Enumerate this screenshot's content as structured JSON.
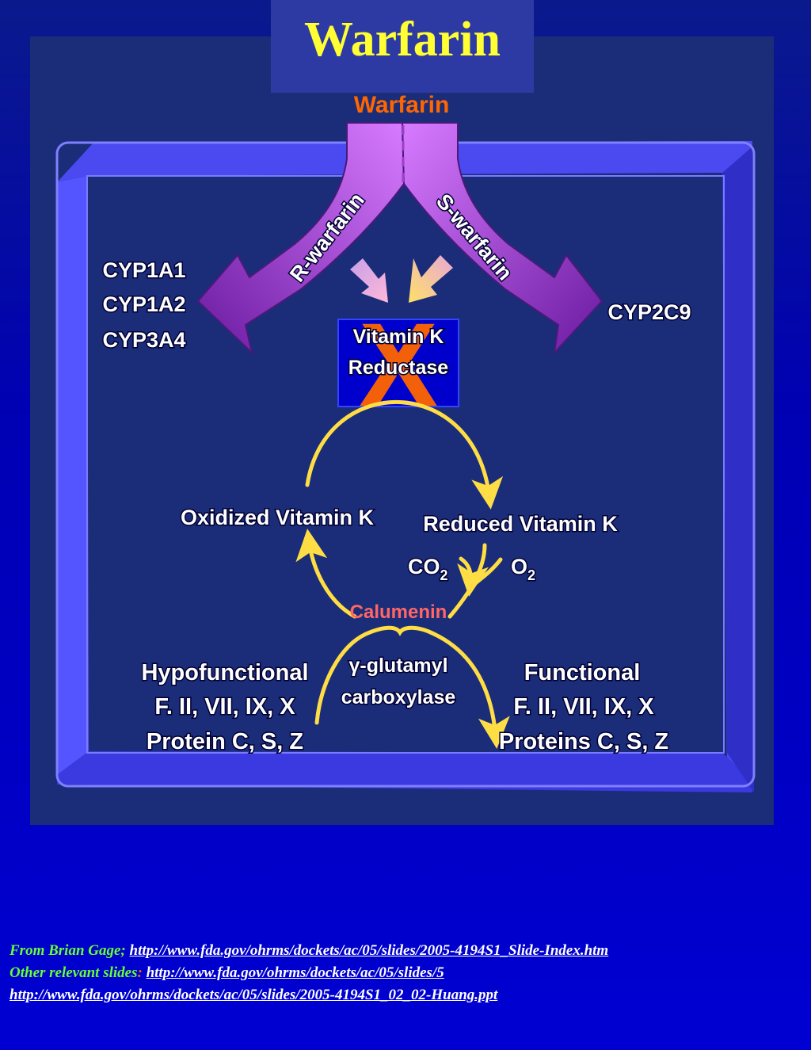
{
  "slide": {
    "title": "Warfarin"
  },
  "diagram": {
    "drug_label": "Warfarin",
    "r_branch": "R-warfarin",
    "s_branch": "S-warfarin",
    "r_enzymes": [
      "CYP1A1",
      "CYP1A2",
      "CYP3A4"
    ],
    "s_enzyme": "CYP2C9",
    "target_line1": "Vitamin K",
    "target_line2": "Reductase",
    "inhibit_mark": "X",
    "oxidized": "Oxidized Vitamin K",
    "reduced": "Reduced Vitamin K",
    "co2_main": "CO",
    "co2_sub": "2",
    "o2_main": "O",
    "o2_sub": "2",
    "calumenin": "Calumenin",
    "enzyme_line1": "γ-glutamyl",
    "enzyme_line2": "carboxylase",
    "hypo_title": "Hypofunctional",
    "hypo_line2": "F. II, VII, IX, X",
    "hypo_line3": "Protein C, S, Z",
    "func_title": "Functional",
    "func_line2": "F. II, VII, IX, X",
    "func_line3": "Proteins C, S, Z"
  },
  "footer": {
    "line1_lead": "From Brian Gage; ",
    "line1_link": "http://www.fda.gov/ohrms/dockets/ac/05/slides/2005-4194S1_Slide-Index.htm",
    "line2_lead": "Other relevant slides",
    "line2_sep": ": ",
    "line2_link": "http://www.fda.gov/ohrms/dockets/ac/05/slides/5",
    "line3_link": "http://www.fda.gov/ohrms/dockets/ac/05/slides/2005-4194S1_02_02-Huang.ppt"
  },
  "colors": {
    "title_text": "#ffff33",
    "drug_label": "#ff6600",
    "arrow_purple": "#bb55ee",
    "cycle_arrow": "#ffdd44",
    "calumenin": "#ff6666",
    "inhibit_mark": "#ff6600",
    "footer_lead": "#66ff33"
  }
}
